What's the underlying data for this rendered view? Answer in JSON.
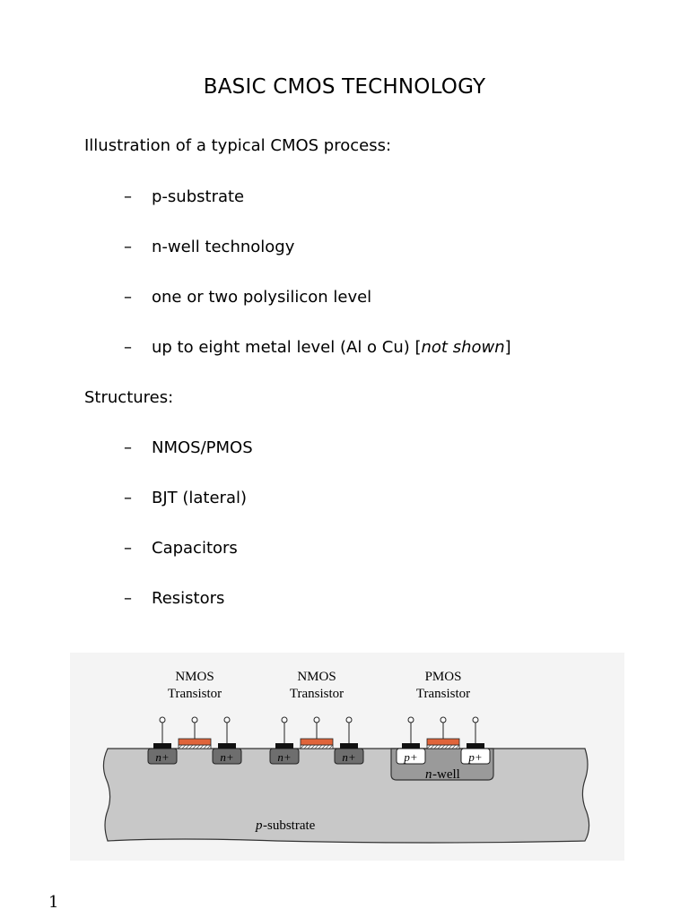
{
  "title": "BASIC CMOS TECHNOLOGY",
  "intro": "Illustration of a typical CMOS process:",
  "process_items": [
    {
      "dash": "–",
      "text": "p-substrate"
    },
    {
      "dash": "–",
      "text": "n-well technology"
    },
    {
      "dash": "–",
      "text": "one or two polysilicon level"
    },
    {
      "dash": "–",
      "text_before": "up to eight metal level (Al o Cu) [",
      "text_italic": "not shown",
      "text_after": "]"
    }
  ],
  "structures_heading": "Structures:",
  "structure_items": [
    {
      "dash": "–",
      "text": "NMOS/PMOS"
    },
    {
      "dash": "–",
      "text": "BJT (lateral)"
    },
    {
      "dash": "–",
      "text": "Capacitors"
    },
    {
      "dash": "–",
      "text": "Resistors"
    }
  ],
  "figure": {
    "transistors": [
      {
        "type": "NMOS",
        "caption": "Transistor",
        "diffusion_label": "n+"
      },
      {
        "type": "NMOS",
        "caption": "Transistor",
        "diffusion_label": "n+"
      },
      {
        "type": "PMOS",
        "caption": "Transistor",
        "diffusion_label": "p+"
      }
    ],
    "well_label": "n-well",
    "substrate_label": "p-substrate",
    "colors": {
      "substrate": "#c8c8c8",
      "well": "#9a9a9a",
      "n_diffusion": "#6e6e6e",
      "p_diffusion": "#ffffff",
      "poly": "#e0643a",
      "metal_contact": "#111111",
      "background": "#f4f4f4"
    }
  },
  "page_number": "1"
}
